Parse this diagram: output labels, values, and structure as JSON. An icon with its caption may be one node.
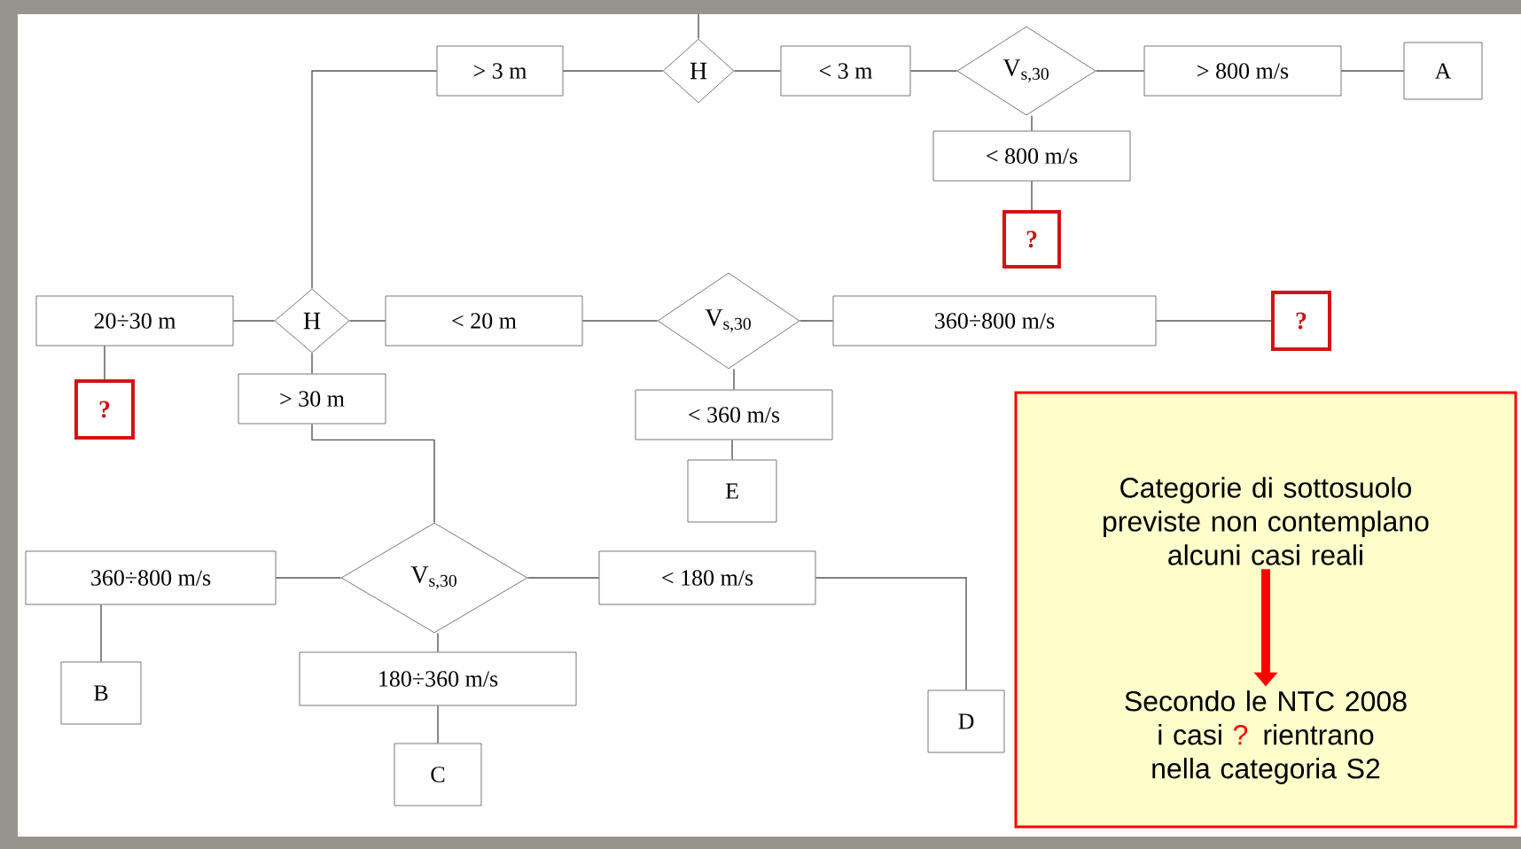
{
  "diagram": {
    "nodes": [
      {
        "text": [
          "> 3 m"
        ]
      },
      {
        "text": [
          "H"
        ]
      },
      {
        "text": [
          "< 3 m"
        ]
      },
      {
        "text": [
          "V$_{s,30}$"
        ]
      },
      {
        "text": [
          "> 800 m/s"
        ]
      },
      {
        "text": [
          "A"
        ]
      },
      {
        "text": [
          "< 800 m/s"
        ]
      },
      {
        "text": [
          "?"
        ]
      },
      {
        "text": [
          "20÷30 m"
        ]
      },
      {
        "text": [
          "H"
        ]
      },
      {
        "text": [
          "< 20 m"
        ]
      },
      {
        "text": [
          "V$_{s,30}$"
        ]
      },
      {
        "text": [
          "360÷800 m/s"
        ]
      },
      {
        "text": [
          "?"
        ]
      },
      {
        "text": [
          "?"
        ]
      },
      {
        "text": [
          "> 30 m"
        ]
      },
      {
        "text": [
          "< 360 m/s"
        ]
      },
      {
        "text": [
          "E"
        ]
      },
      {
        "text": [
          "V$_{s,30}$"
        ]
      },
      {
        "text": [
          "360÷800 m/s"
        ]
      },
      {
        "text": [
          "B"
        ]
      },
      {
        "text": [
          "180÷360 m/s"
        ]
      },
      {
        "text": [
          "C"
        ]
      },
      {
        "text": [
          "< 180 m/s"
        ]
      },
      {
        "text": [
          "D"
        ]
      },
      {
        "text": [],
        "shape": "box"
      },
      {
        "text": [
          "Categorie di sottosuolo previste non contemplano alcuni casi reali"
        ],
        "in": 25
      },
      {
        "text": [
          "Secondo le NTC 2008 i casi",
          "?",
          "rientrano nella categoria S2"
        ],
        "in": 25
      }
    ],
    "edges": [
      {
        "from": null,
        "to": 1,
        "arrow": "none"
      },
      {
        "from": 0,
        "to": 1,
        "arrow": "none"
      },
      {
        "from": 1,
        "to": 2,
        "arrow": "none"
      },
      {
        "from": 2,
        "to": 3,
        "arrow": "none"
      },
      {
        "from": 3,
        "to": 4,
        "arrow": "none"
      },
      {
        "from": 4,
        "to": 5,
        "arrow": "none"
      },
      {
        "from": 3,
        "to": 6,
        "arrow": "none"
      },
      {
        "from": 6,
        "to": 7,
        "arrow": "none"
      },
      {
        "from": 0,
        "to": 9,
        "arrow": "none"
      },
      {
        "from": 9,
        "to": 8,
        "arrow": "none"
      },
      {
        "from": 8,
        "to": 14,
        "arrow": "none"
      },
      {
        "from": 9,
        "to": 10,
        "arrow": "none"
      },
      {
        "from": 10,
        "to": 11,
        "arrow": "none"
      },
      {
        "from": 11,
        "to": 12,
        "arrow": "none"
      },
      {
        "from": 12,
        "to": 13,
        "arrow": "none"
      },
      {
        "from": 11,
        "to": 16,
        "arrow": "none"
      },
      {
        "from": 16,
        "to": 17,
        "arrow": "none"
      },
      {
        "from": 9,
        "to": 15,
        "arrow": "none"
      },
      {
        "from": 15,
        "to": 18,
        "arrow": "none"
      },
      {
        "from": 18,
        "to": 19,
        "arrow": "none"
      },
      {
        "from": 19,
        "to": 20,
        "arrow": "none"
      },
      {
        "from": 18,
        "to": 21,
        "arrow": "none"
      },
      {
        "from": 21,
        "to": 22,
        "arrow": "none"
      },
      {
        "from": 18,
        "to": 23,
        "arrow": "none"
      },
      {
        "from": 23,
        "to": 24,
        "arrow": "none"
      },
      {
        "from": 26,
        "to": 27,
        "arrow": "to",
        "style": "thick",
        "color": "#ff0000"
      }
    ]
  }
}
